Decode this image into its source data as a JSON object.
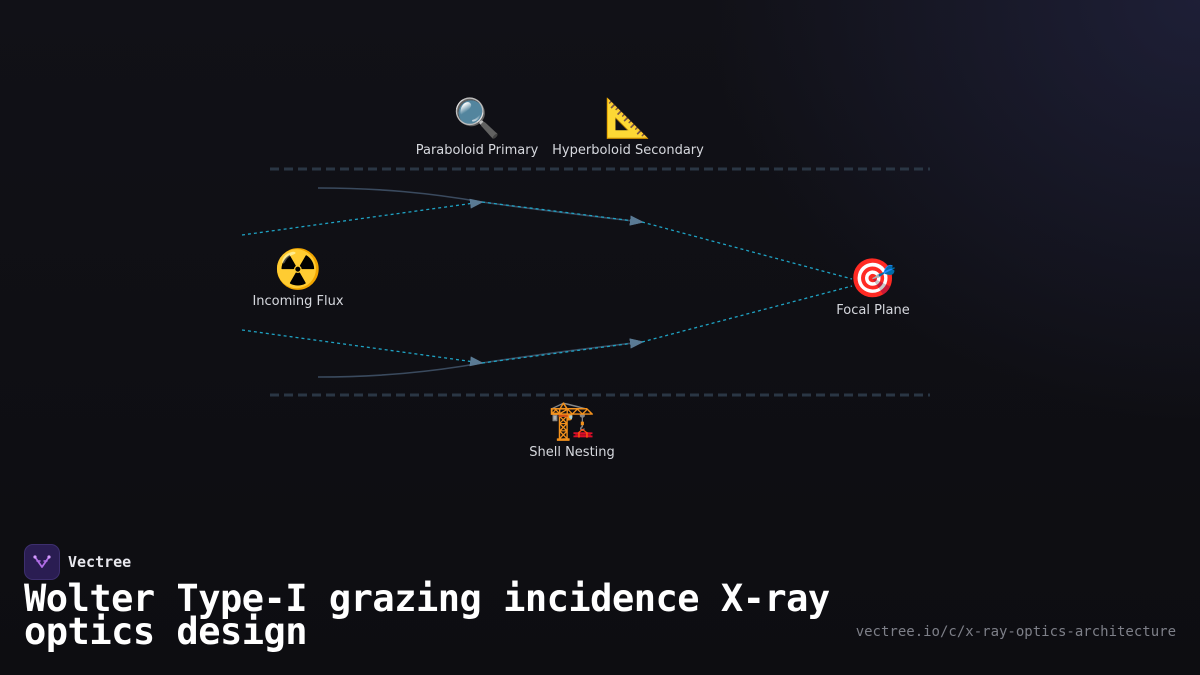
{
  "brand": {
    "name": "Vectree"
  },
  "title": "Wolter Type-I grazing incidence X-ray optics design",
  "url": "vectree.io/c/x-ray-optics-architecture",
  "nodes": {
    "paraboloid": {
      "icon": "magnifying-glass-icon",
      "emoji": "🔍",
      "label": "Paraboloid Primary"
    },
    "hyperboloid": {
      "icon": "triangular-ruler-icon",
      "emoji": "📐",
      "label": "Hyperboloid Secondary"
    },
    "flux": {
      "icon": "radioactive-icon",
      "emoji": "☢️",
      "label": "Incoming Flux"
    },
    "focal": {
      "icon": "target-icon",
      "emoji": "🎯",
      "label": "Focal Plane"
    },
    "nesting": {
      "icon": "construction-crane-icon",
      "emoji": "🏗️",
      "label": "Shell Nesting"
    }
  },
  "colors": {
    "ray": "#1fa3c4",
    "mirror_curve": "#3a4a5e",
    "shell": "#2a3644",
    "arrow": "#5a7a94",
    "brand_icon": "#b26ee8"
  }
}
